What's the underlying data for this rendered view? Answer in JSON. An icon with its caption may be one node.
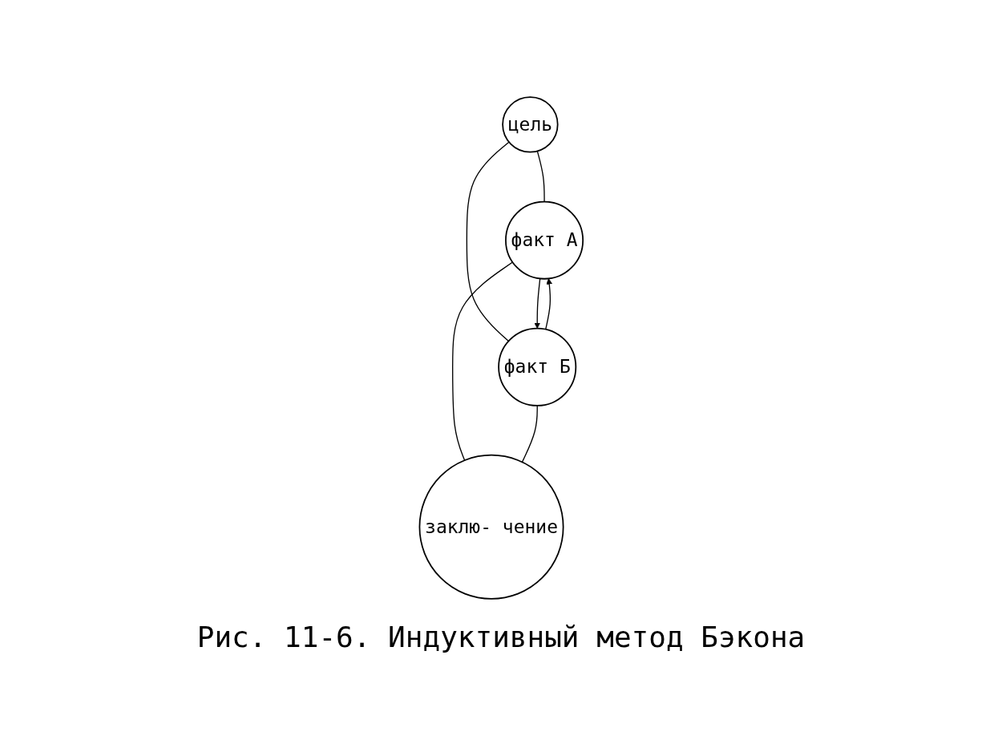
{
  "diagram": {
    "caption": "Рис. 11-6. Индуктивный метод Бэкона",
    "nodes": [
      {
        "text": [
          "цель"
        ]
      },
      {
        "text": [
          "факт А"
        ]
      },
      {
        "text": [
          "факт Б"
        ]
      },
      {
        "text": [
          "заклю- чение"
        ]
      }
    ],
    "edges": [
      {
        "from": 0,
        "to": 1,
        "arrow": "none"
      },
      {
        "from": 0,
        "to": 2,
        "arrow": "none"
      },
      {
        "from": 1,
        "to": 2,
        "arrow": "to"
      },
      {
        "from": 2,
        "to": 1,
        "arrow": "to"
      },
      {
        "from": 1,
        "to": 3,
        "arrow": "none"
      },
      {
        "from": 2,
        "to": 3,
        "arrow": "none"
      }
    ]
  }
}
